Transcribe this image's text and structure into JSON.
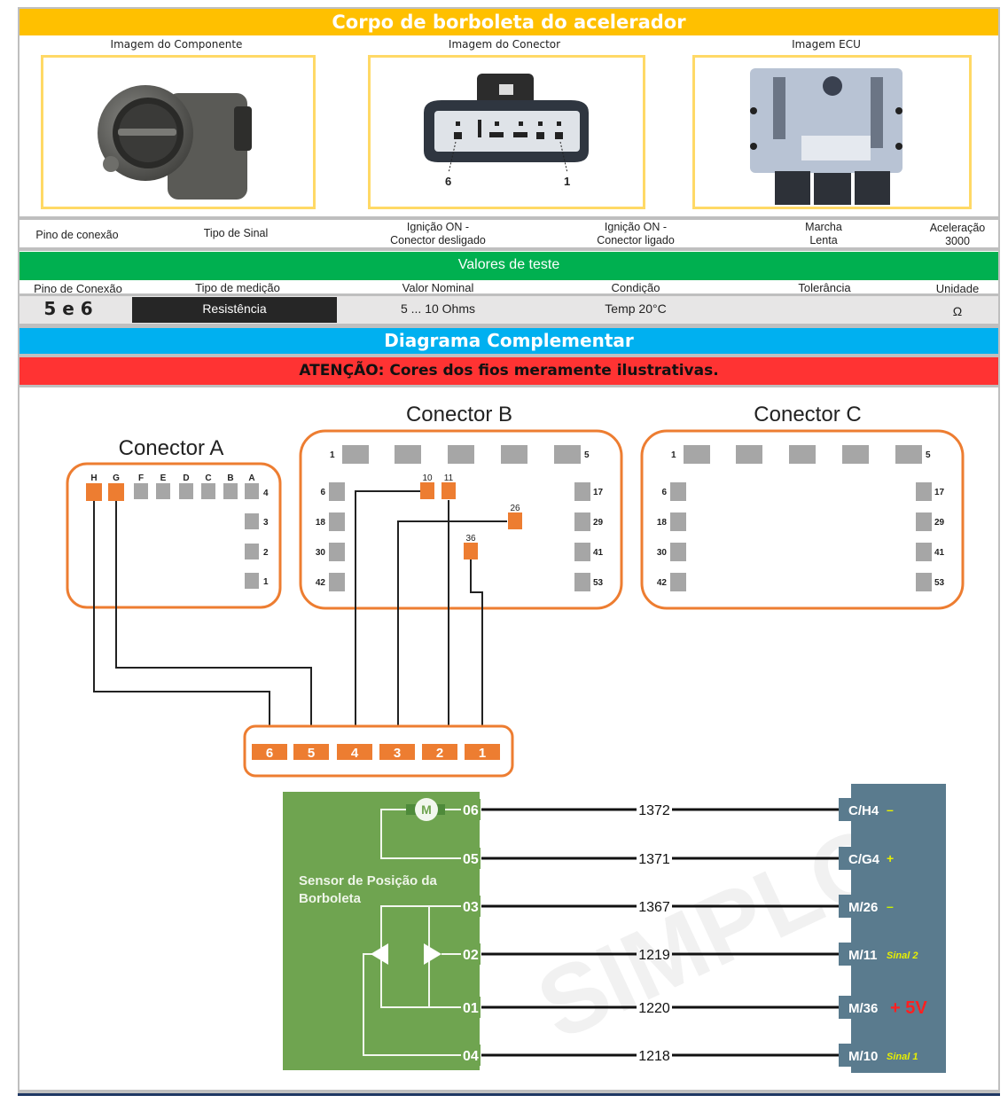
{
  "title": "Corpo de borboleta do acelerador",
  "images": [
    {
      "label": "Imagem do Componente",
      "icon": "throttle-body-photo"
    },
    {
      "label": "Imagem do Conector",
      "icon": "connector-photo",
      "pin_left": "6",
      "pin_right": "1"
    },
    {
      "label": "Imagem ECU",
      "icon": "ecu-photo"
    }
  ],
  "signal_header": [
    {
      "line1": "Pino de conexão",
      "line2": ""
    },
    {
      "line1": "Tipo de Sinal",
      "line2": ""
    },
    {
      "line1": "Ignição ON -",
      "line2": "Conector desligado"
    },
    {
      "line1": "Ignição ON -",
      "line2": "Conector ligado"
    },
    {
      "line1": "Marcha",
      "line2": "Lenta"
    },
    {
      "line1": "Aceleração",
      "line2": "3000"
    }
  ],
  "test_values": {
    "title": "Valores de teste",
    "columns": [
      "Pino de Conexão",
      "Tipo de medição",
      "Valor Nominal",
      "Condição",
      "Tolerância",
      "Unidade"
    ],
    "row": {
      "pins": "5 e 6",
      "type": "Resistência",
      "nominal": "5 ... 10 Ohms",
      "condition": "Temp 20°C",
      "tolerance": "",
      "unit": "Ω"
    }
  },
  "diagram_title": "Diagrama Complementar",
  "warning": "ATENÇÃO: Cores dos fios meramente ilustrativas.",
  "connector_a": {
    "title": "Conector A",
    "top_letters": [
      "H",
      "G",
      "F",
      "E",
      "D",
      "C",
      "B",
      "A"
    ],
    "active_letters": [
      "H",
      "G"
    ],
    "side_numbers": [
      "4",
      "3",
      "2",
      "1"
    ]
  },
  "connector_b": {
    "title": "Conector B",
    "top_left": "1",
    "top_right": "5",
    "left_numbers": [
      "6",
      "18",
      "30",
      "42"
    ],
    "right_numbers": [
      "17",
      "29",
      "41",
      "53"
    ],
    "active_pins": [
      "10",
      "11",
      "26",
      "36"
    ]
  },
  "connector_c": {
    "title": "Conector C",
    "top_left": "1",
    "top_right": "5",
    "left_numbers": [
      "6",
      "18",
      "30",
      "42"
    ],
    "right_numbers": [
      "17",
      "29",
      "41",
      "53"
    ]
  },
  "component_connector": {
    "pins": [
      "6",
      "5",
      "4",
      "3",
      "2",
      "1"
    ]
  },
  "sensor": {
    "name_line1": "Sensor de Posição da",
    "name_line2": "Borboleta",
    "motor_symbol": "M",
    "pins": [
      "06",
      "05",
      "03",
      "02",
      "01",
      "04"
    ]
  },
  "wires": [
    {
      "sensor_pin": "06",
      "wire": "1372",
      "ecu_pin": "C/H4",
      "note": "–",
      "note_color": "#e8f000"
    },
    {
      "sensor_pin": "05",
      "wire": "1371",
      "ecu_pin": "C/G4",
      "note": "+",
      "note_color": "#e8f000"
    },
    {
      "sensor_pin": "03",
      "wire": "1367",
      "ecu_pin": "M/26",
      "note": "–",
      "note_color": "#c8f000"
    },
    {
      "sensor_pin": "02",
      "wire": "1219",
      "ecu_pin": "M/11",
      "note": "Sinal 2",
      "note_color": "#e8f000"
    },
    {
      "sensor_pin": "01",
      "wire": "1220",
      "ecu_pin": "M/36",
      "note": "+ 5V",
      "note_color": "#ff2020"
    },
    {
      "sensor_pin": "04",
      "wire": "1218",
      "ecu_pin": "M/10",
      "note": "Sinal 1",
      "note_color": "#e8f000"
    }
  ],
  "colors": {
    "title_bar": "#ffc000",
    "test_bar": "#00b050",
    "diagram_bar": "#00b0f0",
    "warning_bar": "#ff3333",
    "connector_outline": "#ed7d31",
    "active_pin": "#ed7d31",
    "inactive_pin": "#a6a6a6",
    "sensor_block": "#6fa450",
    "ecu_block": "#5a7b8e"
  }
}
